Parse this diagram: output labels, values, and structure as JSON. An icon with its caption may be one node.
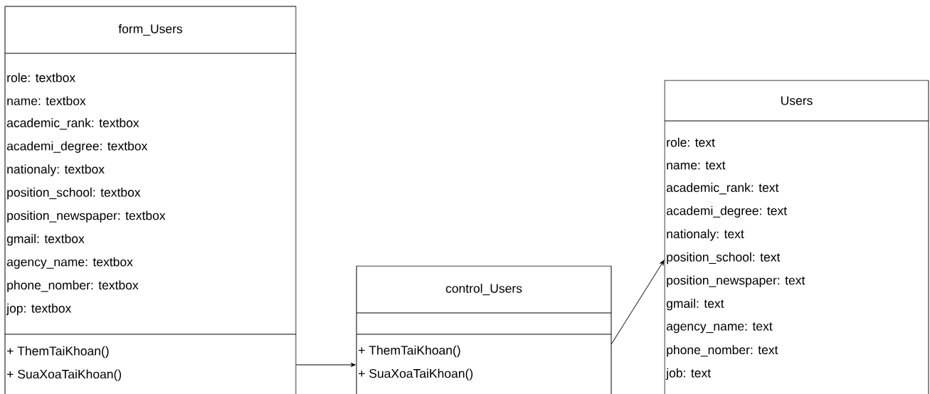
{
  "diagram": {
    "nodes": [
      {
        "text": [
          "form_Users",
          "role: textbox",
          "name: textbox",
          "academic_rank: textbox",
          "academi_degree: textbox",
          "nationaly: textbox",
          "position_school: textbox",
          "position_newspaper: textbox",
          "gmail: textbox",
          "agency_name: textbox",
          "phone_nomber: textbox",
          "jop: textbox",
          "+ ThemTaiKhoan()",
          "+ SuaXoaTaiKhoan()"
        ]
      },
      {
        "text": [
          "control_Users",
          "+ ThemTaiKhoan()",
          "+ SuaXoaTaiKhoan()"
        ]
      },
      {
        "text": [
          "Users",
          "role: text",
          "name: text",
          "academic_rank: text",
          "academi_degree: text",
          "nationaly: text",
          "position_school: text",
          "position_newspaper: text",
          "gmail: text",
          "agency_name: text",
          "phone_nomber: text",
          "job: text"
        ]
      }
    ],
    "edges": [
      {
        "from": 0,
        "to": 1,
        "arrow": "to"
      },
      {
        "from": 1,
        "to": 2,
        "arrow": "to"
      }
    ]
  }
}
